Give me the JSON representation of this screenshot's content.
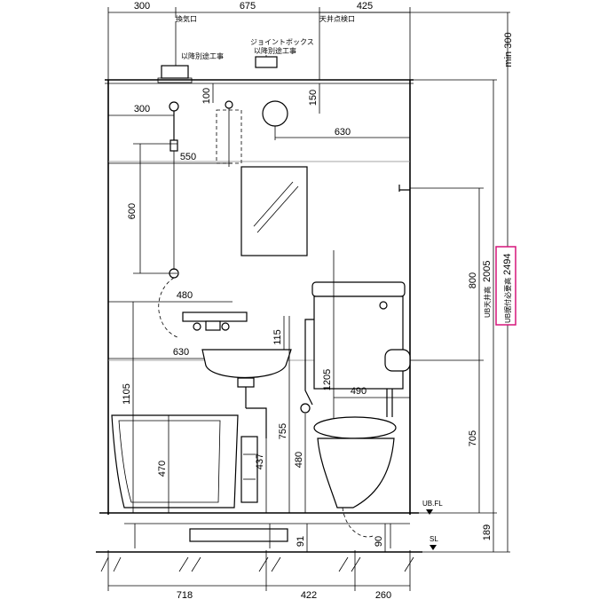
{
  "labels": {
    "exhaust": "換気口",
    "ceiling_hatch": "天井点検口",
    "joint_box": "ジョイントボックス",
    "joint_box_work": "以降別途工事",
    "exhaust_work": "以降別途工事",
    "ub_fl": "UB.FL",
    "sl": "SL",
    "ub_ceiling_height": "UB天井高",
    "ub_ceiling_height_value": "2005",
    "ub_install_height": "UB据付必要高",
    "ub_install_height_value": "2494",
    "min_clearance": "min 300"
  },
  "dims_top": [
    "300",
    "675",
    "425"
  ],
  "dims_bottom": [
    "718",
    "422",
    "260"
  ],
  "dims_inner": {
    "d100": "100",
    "d150": "150",
    "d300": "300",
    "d550": "550",
    "d630_top": "630",
    "d600": "600",
    "d480_h": "480",
    "d630_mid": "630",
    "d115": "115",
    "d1105": "1105",
    "d1205": "1205",
    "d490": "490",
    "d470": "470",
    "d437": "437",
    "d755": "755",
    "d480_v": "480",
    "d91": "91",
    "d90": "90",
    "d800": "800",
    "d705": "705",
    "d189": "189"
  },
  "colors": {
    "highlight_box": "#d6157a"
  }
}
